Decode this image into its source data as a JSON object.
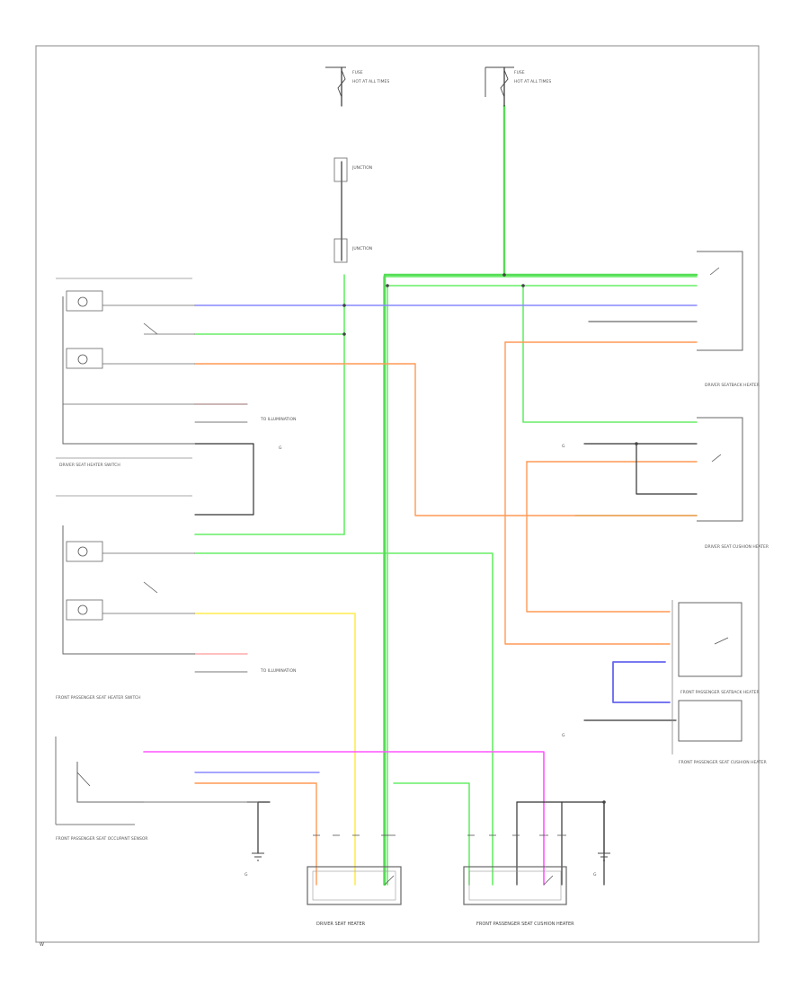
{
  "colors": {
    "wire_green": "#66ee66",
    "wire_blue": "#8888ff",
    "wire_orange": "#ff9955",
    "wire_yellow": "#ffee66",
    "wire_magenta": "#ff55ff",
    "wire_pink": "#ffaaaa",
    "wire_dkblue": "#6666ee",
    "wire_black": "#333333",
    "frame": "#888888"
  },
  "labels": {
    "fuse_top_left": "FUSE",
    "fuse_top_left_name": "HOT AT ALL TIMES",
    "fuse_top_right": "FUSE",
    "fuse_top_right_name": "HOT AT ALL TIMES",
    "splice_1": "JUNCTION",
    "splice_2": "JUNCTION",
    "driver_seat_heater_switch": "DRIVER SEAT HEATER SWITCH",
    "passenger_seat_heater_switch": "FRONT PASSENGER SEAT HEATER SWITCH",
    "driver_seat_heater": "DRIVER SEAT HEATER",
    "driver_seatback_heater": "DRIVER SEATBACK HEATER",
    "driver_seat_cushion_heater": "DRIVER SEAT CUSHION HEATER",
    "passenger_seat_cushion_heater": "FRONT PASSENGER SEAT CUSHION HEATER",
    "passenger_seatback_heater": "FRONT PASSENGER SEATBACK HEATER",
    "occupant_sensor": "FRONT PASSENGER SEAT OCCUPANT SENSOR",
    "ground_1": "G",
    "ground_2": "G",
    "ground_3": "G",
    "ground_4": "G",
    "ground_5": "G",
    "illumination_1": "TO ILLUMINATION",
    "illumination_2": "TO ILLUMINATION",
    "footer_code": "W"
  }
}
